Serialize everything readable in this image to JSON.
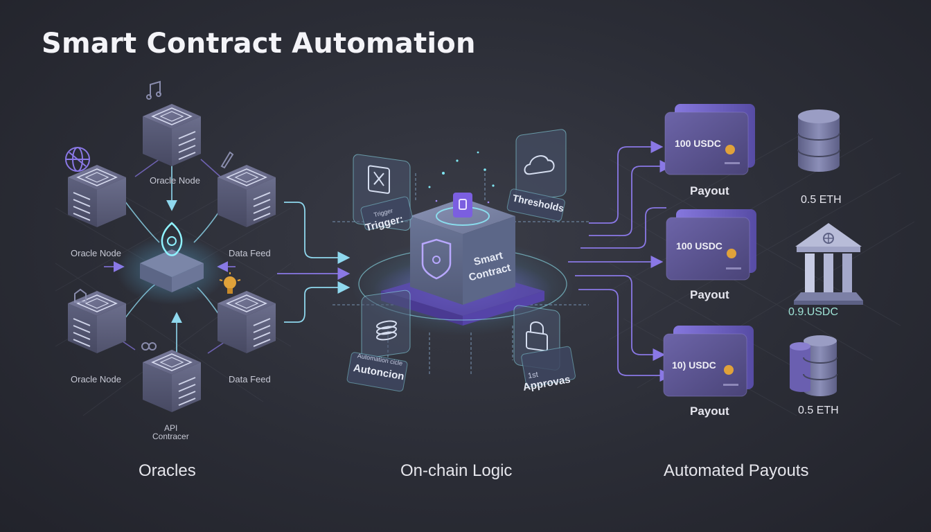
{
  "title": "Smart Contract Automation",
  "sections": {
    "oracles": "Oracles",
    "logic": "On-chain Logic",
    "payouts": "Automated Payouts"
  },
  "oracles": {
    "top_label": "Oracle Node",
    "left_top_label": "Oracle Node",
    "right_top_label": "Data Feed",
    "left_bottom_label": "Oracle Node",
    "right_bottom_label": "Data Feed",
    "api_label_1": "API",
    "api_label_2": "Contracer"
  },
  "logic": {
    "core_line1": "Smart",
    "core_line2": "Contract",
    "trigger_sub": "Trigger",
    "trigger_main": "Trigger:",
    "thresholds": "Thresholds",
    "automation_sub": "Automation cicle",
    "automation_main": "Autoncion",
    "approvals_sub": "1st",
    "approvals_main": "Approvas"
  },
  "payouts": {
    "cards": [
      {
        "amount": "100 USDC",
        "label": "Payout"
      },
      {
        "amount": "100 USDC",
        "label": "Payout"
      },
      {
        "amount": "10) USDC",
        "label": "Payout"
      }
    ],
    "assets": [
      {
        "label": "0.5 ETH",
        "icon": "database-icon"
      },
      {
        "label": "0.9.USDC",
        "icon": "bank-icon",
        "color": "#9fe3d6"
      },
      {
        "label": "0.5 ETH",
        "icon": "database-icon"
      }
    ]
  },
  "colors": {
    "accent_purple": "#8a78e6",
    "accent_cyan": "#7fe6f2",
    "card_purple": "#5d5492",
    "coin_gold": "#e0a23a"
  }
}
